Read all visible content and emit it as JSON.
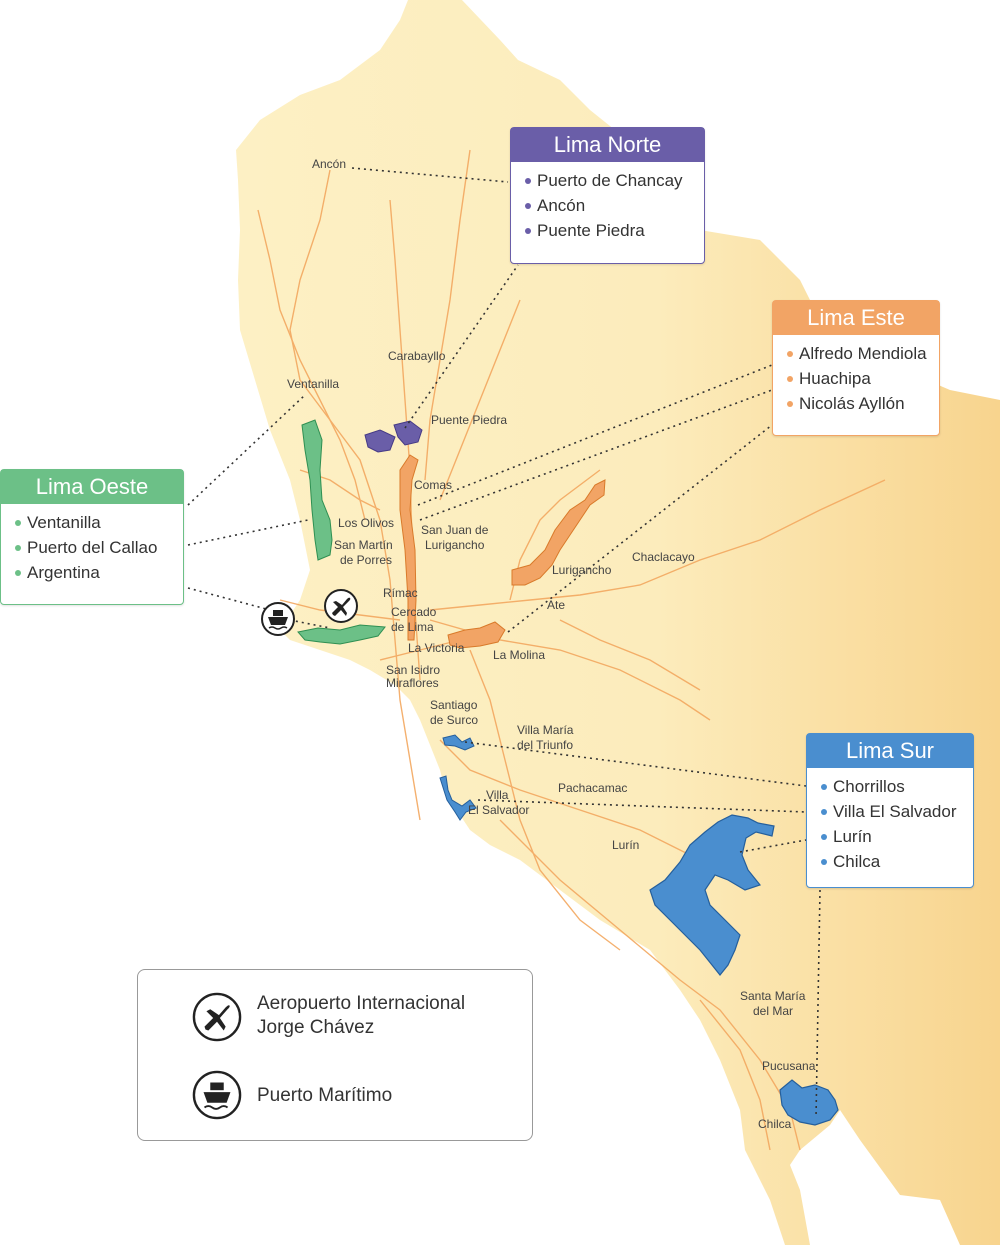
{
  "colors": {
    "land": "#fbedc0",
    "land_east": "#f8d795",
    "road": "#f3a555",
    "norte": "#6a5ea8",
    "este": "#f2a465",
    "oeste": "#6cc087",
    "sur": "#4a8ecf"
  },
  "places": [
    {
      "name": "Ancón"
    },
    {
      "name": "Carabayllo"
    },
    {
      "name": "Ventanilla"
    },
    {
      "name": "Puente Piedra"
    },
    {
      "name": "Comas"
    },
    {
      "name": "Los Olivos"
    },
    {
      "name": "San Martín"
    },
    {
      "name": "de Porres"
    },
    {
      "name": "San Juan de"
    },
    {
      "name": "Lurigancho"
    },
    {
      "name": "Lurigancho"
    },
    {
      "name": "Chaclacayo"
    },
    {
      "name": "Rímac"
    },
    {
      "name": "Cercado"
    },
    {
      "name": "de Lima"
    },
    {
      "name": "Ate"
    },
    {
      "name": "La Victoria"
    },
    {
      "name": "La Molina"
    },
    {
      "name": "San Isidro"
    },
    {
      "name": "Miraflores"
    },
    {
      "name": "Santiago"
    },
    {
      "name": "de Surco"
    },
    {
      "name": "Villa María"
    },
    {
      "name": "del Triunfo"
    },
    {
      "name": "Pachacamac"
    },
    {
      "name": "Villa"
    },
    {
      "name": "El Salvador"
    },
    {
      "name": "Lurín"
    },
    {
      "name": "Santa María"
    },
    {
      "name": "del Mar"
    },
    {
      "name": "Pucusana"
    },
    {
      "name": "Chilca"
    }
  ],
  "regions": {
    "norte": {
      "title": "Lima Norte",
      "items": [
        "Puerto de Chancay",
        "Ancón",
        "Puente Piedra"
      ]
    },
    "este": {
      "title": "Lima Este",
      "items": [
        "Alfredo Mendiola",
        "Huachipa",
        "Nicolás Ayllón"
      ]
    },
    "oeste": {
      "title": "Lima Oeste",
      "items": [
        "Ventanilla",
        "Puerto del Callao",
        "Argentina"
      ]
    },
    "sur": {
      "title": "Lima Sur",
      "items": [
        "Chorrillos",
        "Villa El Salvador",
        "Lurín",
        "Chilca"
      ]
    }
  },
  "legend": {
    "airport_line1": "Aeropuerto Internacional",
    "airport_line2": "Jorge Chávez",
    "airport_icon": "airplane-icon",
    "port": "Puerto Marítimo",
    "port_icon": "ship-icon"
  }
}
